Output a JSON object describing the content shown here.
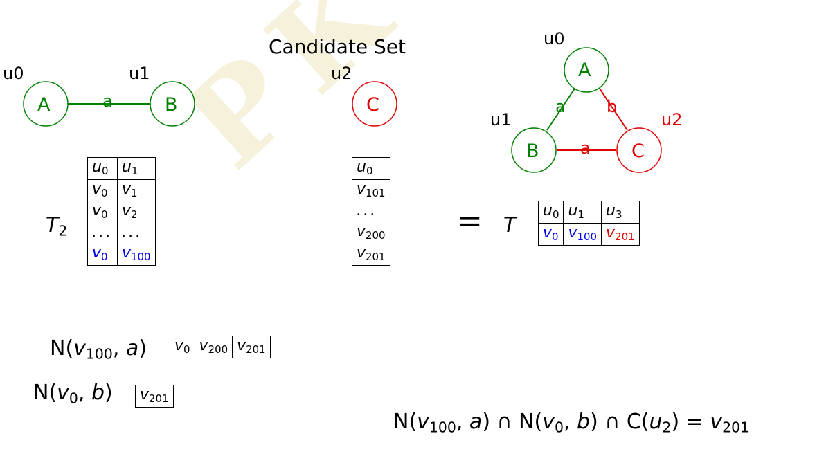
{
  "watermark": "PKUMOD",
  "colors": {
    "matched": "#008000",
    "candidate": "#e00000",
    "highlight": "#0000ee"
  },
  "left_graph": {
    "nodes": [
      {
        "id": "u0",
        "label": "A"
      },
      {
        "id": "u1",
        "label": "B"
      }
    ],
    "edge_label": "a"
  },
  "middle": {
    "title": "Candidate Set",
    "node_id": "u2",
    "node_label": "C"
  },
  "right_graph": {
    "nodes": [
      {
        "id": "u0",
        "label": "A"
      },
      {
        "id": "u1",
        "label": "B"
      },
      {
        "id": "u2",
        "label": "C"
      }
    ],
    "edges": {
      "ab": "a",
      "ac": "b",
      "bc": "a"
    }
  },
  "tables": {
    "t2_label": "T",
    "t2_sub": "2",
    "t2_header": [
      {
        "v": "u",
        "s": "0"
      },
      {
        "v": "u",
        "s": "1"
      }
    ],
    "t2_rows": [
      [
        {
          "v": "v",
          "s": "0"
        },
        {
          "v": "v",
          "s": "1"
        }
      ],
      [
        {
          "v": "v",
          "s": "0"
        },
        {
          "v": "v",
          "s": "2"
        }
      ],
      [
        {
          "v": "...",
          "s": ""
        },
        {
          "v": "...",
          "s": ""
        }
      ],
      [
        {
          "v": "v",
          "s": "0"
        },
        {
          "v": "v",
          "s": "100"
        }
      ]
    ],
    "candidate_header": {
      "v": "u",
      "s": "0"
    },
    "candidate_rows": [
      {
        "v": "v",
        "s": "101"
      },
      {
        "v": "...",
        "s": ""
      },
      {
        "v": "v",
        "s": "200"
      },
      {
        "v": "v",
        "s": "201"
      }
    ],
    "equals": "=",
    "result_label": "T",
    "result_header": [
      {
        "v": "u",
        "s": "0"
      },
      {
        "v": "u",
        "s": "1"
      },
      {
        "v": "u",
        "s": "3"
      }
    ],
    "result_row": [
      {
        "v": "v",
        "s": "0"
      },
      {
        "v": "v",
        "s": "100"
      },
      {
        "v": "v",
        "s": "201"
      }
    ]
  },
  "neighbors": {
    "n1": {
      "v": "v",
      "s": "100",
      "edge": "a"
    },
    "n1_values": [
      {
        "v": "v",
        "s": "0"
      },
      {
        "v": "v",
        "s": "200"
      },
      {
        "v": "v",
        "s": "201"
      }
    ],
    "n2": {
      "v": "v",
      "s": "0",
      "edge": "b"
    },
    "n2_values": [
      {
        "v": "v",
        "s": "201"
      }
    ]
  },
  "formula": {
    "a_v": "v",
    "a_s": "100",
    "a_e": "a",
    "b_v": "v",
    "b_s": "0",
    "b_e": "b",
    "c_v": "u",
    "c_s": "2",
    "r_v": "v",
    "r_s": "201"
  }
}
